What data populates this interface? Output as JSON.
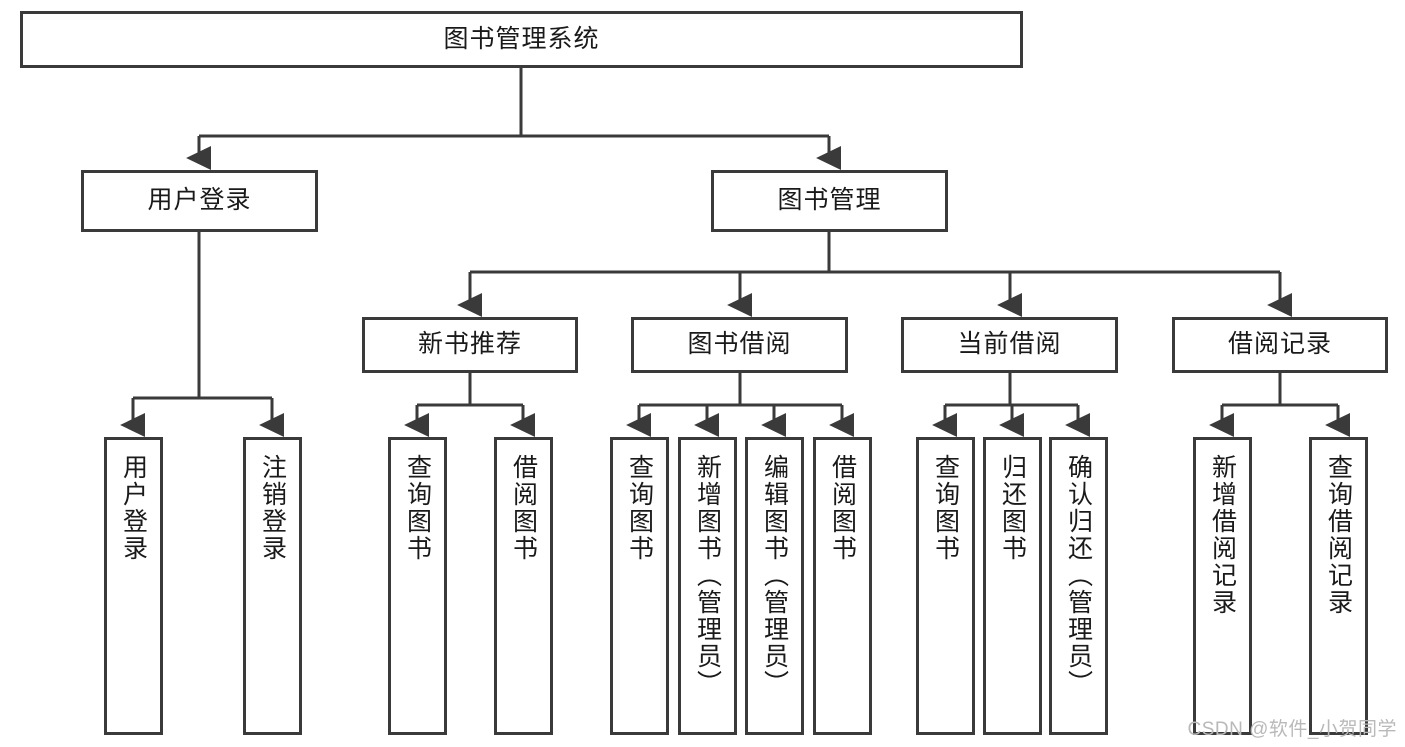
{
  "diagram": {
    "title_node": {
      "label": "图书管理系统"
    },
    "level2": [
      {
        "id": "user-login",
        "label": "用户登录"
      },
      {
        "id": "book-management",
        "label": "图书管理"
      }
    ],
    "level3": [
      {
        "id": "new-book-recommend",
        "label": "新书推荐"
      },
      {
        "id": "book-borrow",
        "label": "图书借阅"
      },
      {
        "id": "current-borrow",
        "label": "当前借阅"
      },
      {
        "id": "borrow-record",
        "label": "借阅记录"
      }
    ],
    "leaves": {
      "user_login": [
        {
          "id": "leaf-user-login",
          "label": "用户登录"
        },
        {
          "id": "leaf-logout",
          "label": "注销登录"
        }
      ],
      "new_book_recommend": [
        {
          "id": "leaf-query-book-1",
          "label": "查询图书"
        },
        {
          "id": "leaf-borrow-book-1",
          "label": "借阅图书"
        }
      ],
      "book_borrow": [
        {
          "id": "leaf-query-book-2",
          "label": "查询图书"
        },
        {
          "id": "leaf-add-book",
          "label": "新增图书（管理员）"
        },
        {
          "id": "leaf-edit-book",
          "label": "编辑图书（管理员）"
        },
        {
          "id": "leaf-borrow-book-2",
          "label": "借阅图书"
        }
      ],
      "current_borrow": [
        {
          "id": "leaf-query-book-3",
          "label": "查询图书"
        },
        {
          "id": "leaf-return-book",
          "label": "归还图书"
        },
        {
          "id": "leaf-confirm-return",
          "label": "确认归还（管理员）"
        }
      ],
      "borrow_record": [
        {
          "id": "leaf-add-record",
          "label": "新增借阅记录"
        },
        {
          "id": "leaf-query-record",
          "label": "查询借阅记录"
        }
      ]
    }
  },
  "watermark": {
    "text": "CSDN @软件_小贺同学"
  },
  "colors": {
    "border": "#3a3a3a",
    "background": "#ffffff",
    "text": "#1a1a1a",
    "watermark": "#b9b9b9"
  }
}
